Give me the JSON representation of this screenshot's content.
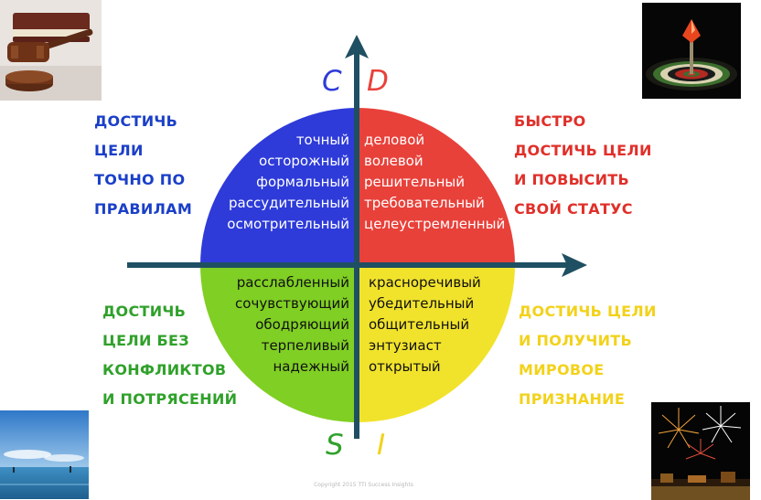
{
  "colors": {
    "c": "#2e3bd9",
    "d": "#e8413a",
    "s": "#80cf24",
    "i": "#f1e32c",
    "axis": "#1f4f62",
    "goal_c": "#1a3fc8",
    "goal_d": "#e0302a",
    "goal_s": "#2fa12a",
    "goal_i": "#f2d21a"
  },
  "quadrants": {
    "c": {
      "letter": "C",
      "traits": [
        "точный",
        "осторожный",
        "формальный",
        "рассудительный",
        "осмотрительный"
      ],
      "goal": [
        "ДОСТИЧЬ",
        "ЦЕЛИ",
        "ТОЧНО ПО",
        "ПРАВИЛАМ"
      ]
    },
    "d": {
      "letter": "D",
      "traits": [
        "деловой",
        "волевой",
        "решительный",
        "требовательный",
        "целеустремленный"
      ],
      "goal": [
        "БЫСТРО",
        "ДОСТИЧЬ ЦЕЛИ",
        "И ПОВЫСИТЬ",
        "СВОЙ СТАТУС"
      ]
    },
    "s": {
      "letter": "S",
      "traits": [
        "расслабленный",
        "сочувствующий",
        "ободряющий",
        "терпеливый",
        "надежный"
      ],
      "goal": [
        "ДОСТИЧЬ",
        "ЦЕЛИ БЕЗ",
        "КОНФЛИКТОВ",
        "И ПОТРЯСЕНИЙ"
      ]
    },
    "i": {
      "letter": "I",
      "traits": [
        "красноречивый",
        "убедительный",
        "общительный",
        "энтузиаст",
        "открытый"
      ],
      "goal": [
        "ДОСТИЧЬ ЦЕЛИ",
        "И ПОЛУЧИТЬ",
        "МИРОВОЕ",
        "ПРИЗНАНИЕ"
      ]
    }
  },
  "copyright": "Copyright 2015 TTI Success Insights",
  "icons": {
    "top_left": "gavel-photo",
    "top_right": "dartboard-photo",
    "bottom_left": "sea-photo",
    "bottom_right": "fireworks-photo"
  }
}
